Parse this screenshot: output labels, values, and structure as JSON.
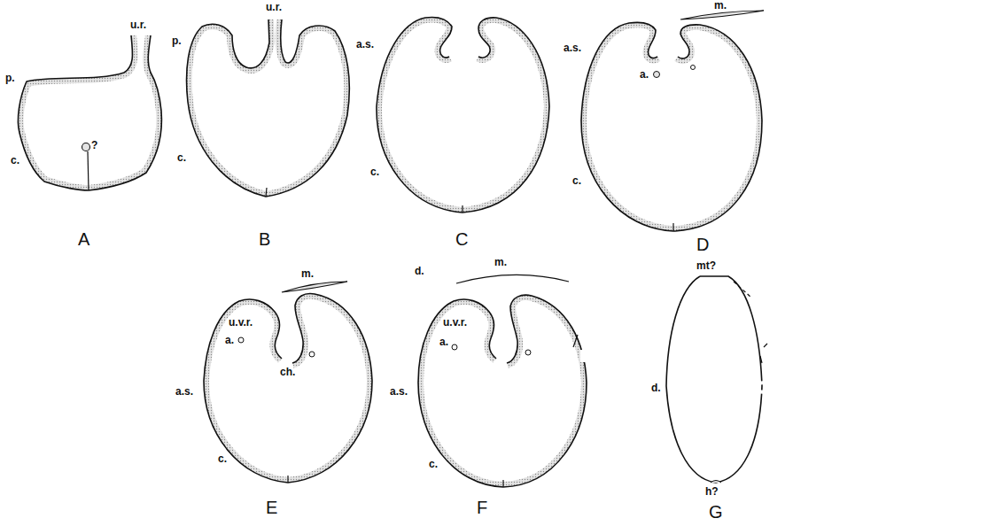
{
  "diagram": {
    "labels": [
      "u.r.",
      "p.",
      "c.",
      "?",
      "A",
      "u.r.",
      "p.",
      "c.",
      "B",
      "a.s.",
      "c.",
      "C",
      "m.",
      "a.s.",
      "a.",
      "c.",
      "D",
      "m.",
      "u.v.r.",
      "a.",
      "ch.",
      "a.s.",
      "c.",
      "E",
      "d.",
      "m.",
      "u.v.r.",
      "a.",
      "a.s.",
      "c.",
      "F",
      "mt?",
      "d.",
      "h?",
      "G"
    ]
  }
}
